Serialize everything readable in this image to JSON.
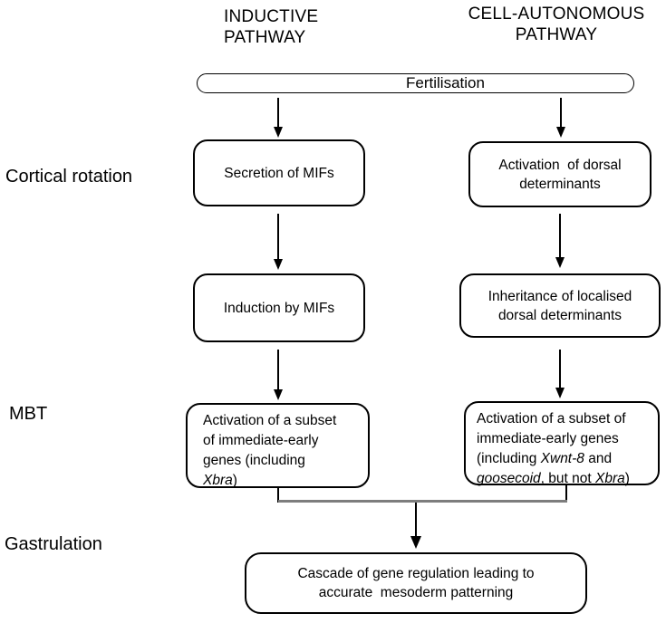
{
  "headers": {
    "inductive": [
      "INDUCTIVE",
      "PATHWAY"
    ],
    "cell_autonomous": [
      "CELL-AUTONOMOUS",
      "PATHWAY"
    ]
  },
  "stage_labels": {
    "cortical_rotation": "Cortical rotation",
    "mbt": "MBT",
    "gastrulation": "Gastrulation"
  },
  "fertilisation_label": "Fertilisation",
  "inductive_pathway": {
    "secretion_box": "Secretion of MIFs",
    "induction_box": "Induction by MIFs",
    "activation_box": {
      "line1": "Activation of a subset",
      "line2": "of immediate-early",
      "line3": "genes (including",
      "line4": {
        "italic": "Xbra",
        "rest": ")"
      }
    }
  },
  "cell_autonomous_pathway": {
    "activation_determinants_box": {
      "line1": "Activation  of dorsal",
      "line2": "determinants"
    },
    "inheritance_box": {
      "line1": "Inheritance of localised",
      "line2": "dorsal determinants"
    },
    "activation_genes_box": {
      "line1": "Activation of a subset of",
      "line2": "immediate-early genes",
      "line3": {
        "pre": "(including ",
        "italic": "Xwnt-8",
        "post": " and"
      },
      "line4": {
        "italic1": "goosecoid",
        "mid": ", but not ",
        "italic2": "Xbra",
        "post": ")"
      }
    }
  },
  "final_box": {
    "line1": "Cascade of gene regulation leading to",
    "line2": "accurate  mesoderm patterning"
  },
  "colors": {
    "stroke": "#000000",
    "connector_gray": "#7d7d7d",
    "background": "#ffffff"
  }
}
